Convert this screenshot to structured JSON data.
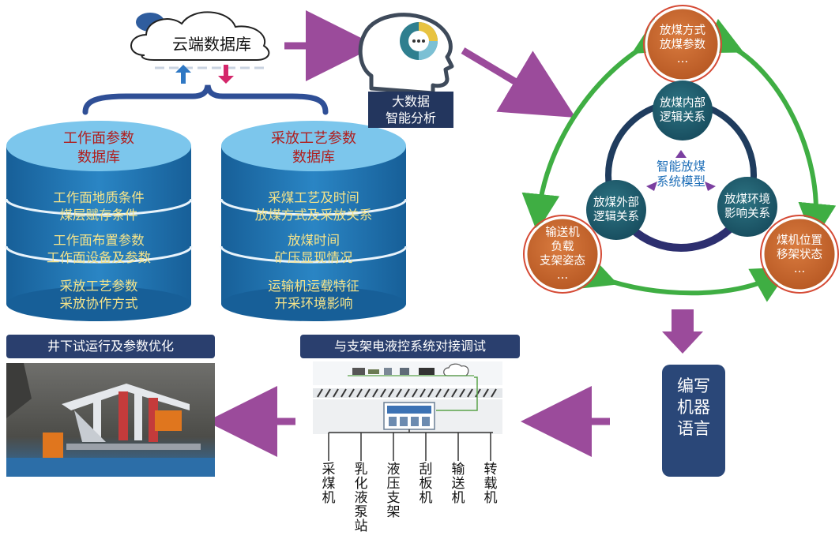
{
  "cloud": {
    "label": "云端数据库"
  },
  "db_left": {
    "title": [
      "工作面参数",
      "数据库"
    ],
    "items": [
      "工作面地质条件",
      "煤层赋存条件",
      "工作面布置参数",
      "工作面设备及参数",
      "采放工艺参数",
      "采放协作方式"
    ]
  },
  "db_right": {
    "title": [
      "采放工艺参数",
      "数据库"
    ],
    "items": [
      "采煤工艺及时间",
      "放煤方式及采放关系",
      "放煤时间",
      "矿压显现情况",
      "运输机运载特征",
      "开采环境影响"
    ]
  },
  "analysis": {
    "line1": "大数据",
    "line2": "智能分析"
  },
  "model": {
    "center": [
      "智能放煤",
      "系统模型"
    ],
    "outer_top": [
      "放煤方式",
      "放煤参数",
      "…"
    ],
    "outer_left": [
      "输送机",
      "负载",
      "支架姿态",
      "…"
    ],
    "outer_right": [
      "煤机位置",
      "移架状态",
      "…"
    ],
    "inner_top": [
      "放煤内部",
      "逻辑关系"
    ],
    "inner_left": [
      "放煤外部",
      "逻辑关系"
    ],
    "inner_right": [
      "放煤环境",
      "影响关系"
    ]
  },
  "code_box": [
    "编写",
    "机器",
    "语言"
  ],
  "banner_underground": "井下试运行及参数优化",
  "banner_integration": "与支架电液控系统对接调试",
  "equipment": [
    [
      "采",
      "煤",
      "机"
    ],
    [
      "乳",
      "化",
      "液",
      "泵",
      "站"
    ],
    [
      "液",
      "压",
      "支",
      "架"
    ],
    [
      "刮",
      "板",
      "机"
    ],
    [
      "输",
      "送",
      "机"
    ],
    [
      "转",
      "载",
      "机"
    ]
  ],
  "colors": {
    "db_blue": "#1b6fae",
    "db_top": "#7cc6ec",
    "outer_node": "#c9652c",
    "inner_node": "#1f5f6e",
    "arrow_purple": "#9b4b9b",
    "ring_green": "#3fae43",
    "banner": "#2a3f6e"
  }
}
